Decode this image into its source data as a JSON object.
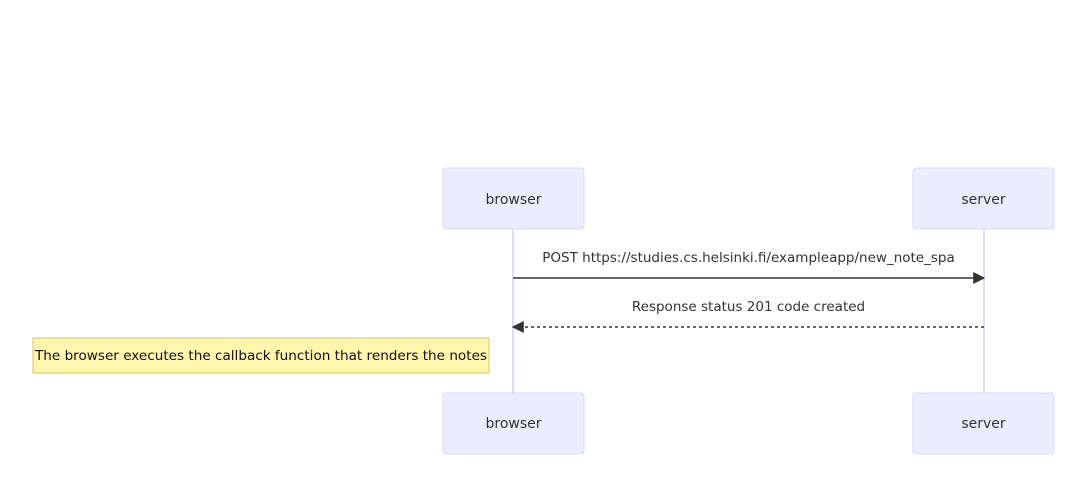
{
  "diagram": {
    "type": "sequence",
    "participants": {
      "browser": "browser",
      "server": "server"
    },
    "messages": [
      {
        "from": "browser",
        "to": "server",
        "label": "POST https://studies.cs.helsinki.fi/exampleapp/new_note_spa",
        "style": "solid"
      },
      {
        "from": "server",
        "to": "browser",
        "label": "Response status 201 code created",
        "style": "dashed"
      }
    ],
    "note": {
      "position": "left of browser",
      "text": "The browser executes the callback function that renders the notes"
    },
    "colors": {
      "actor_fill": "#ececff",
      "actor_border": "#d8d8f5",
      "lifeline": "#d4d2ee",
      "note_fill": "#fff5ad",
      "note_border": "#d4c56a",
      "line": "#333333"
    }
  }
}
